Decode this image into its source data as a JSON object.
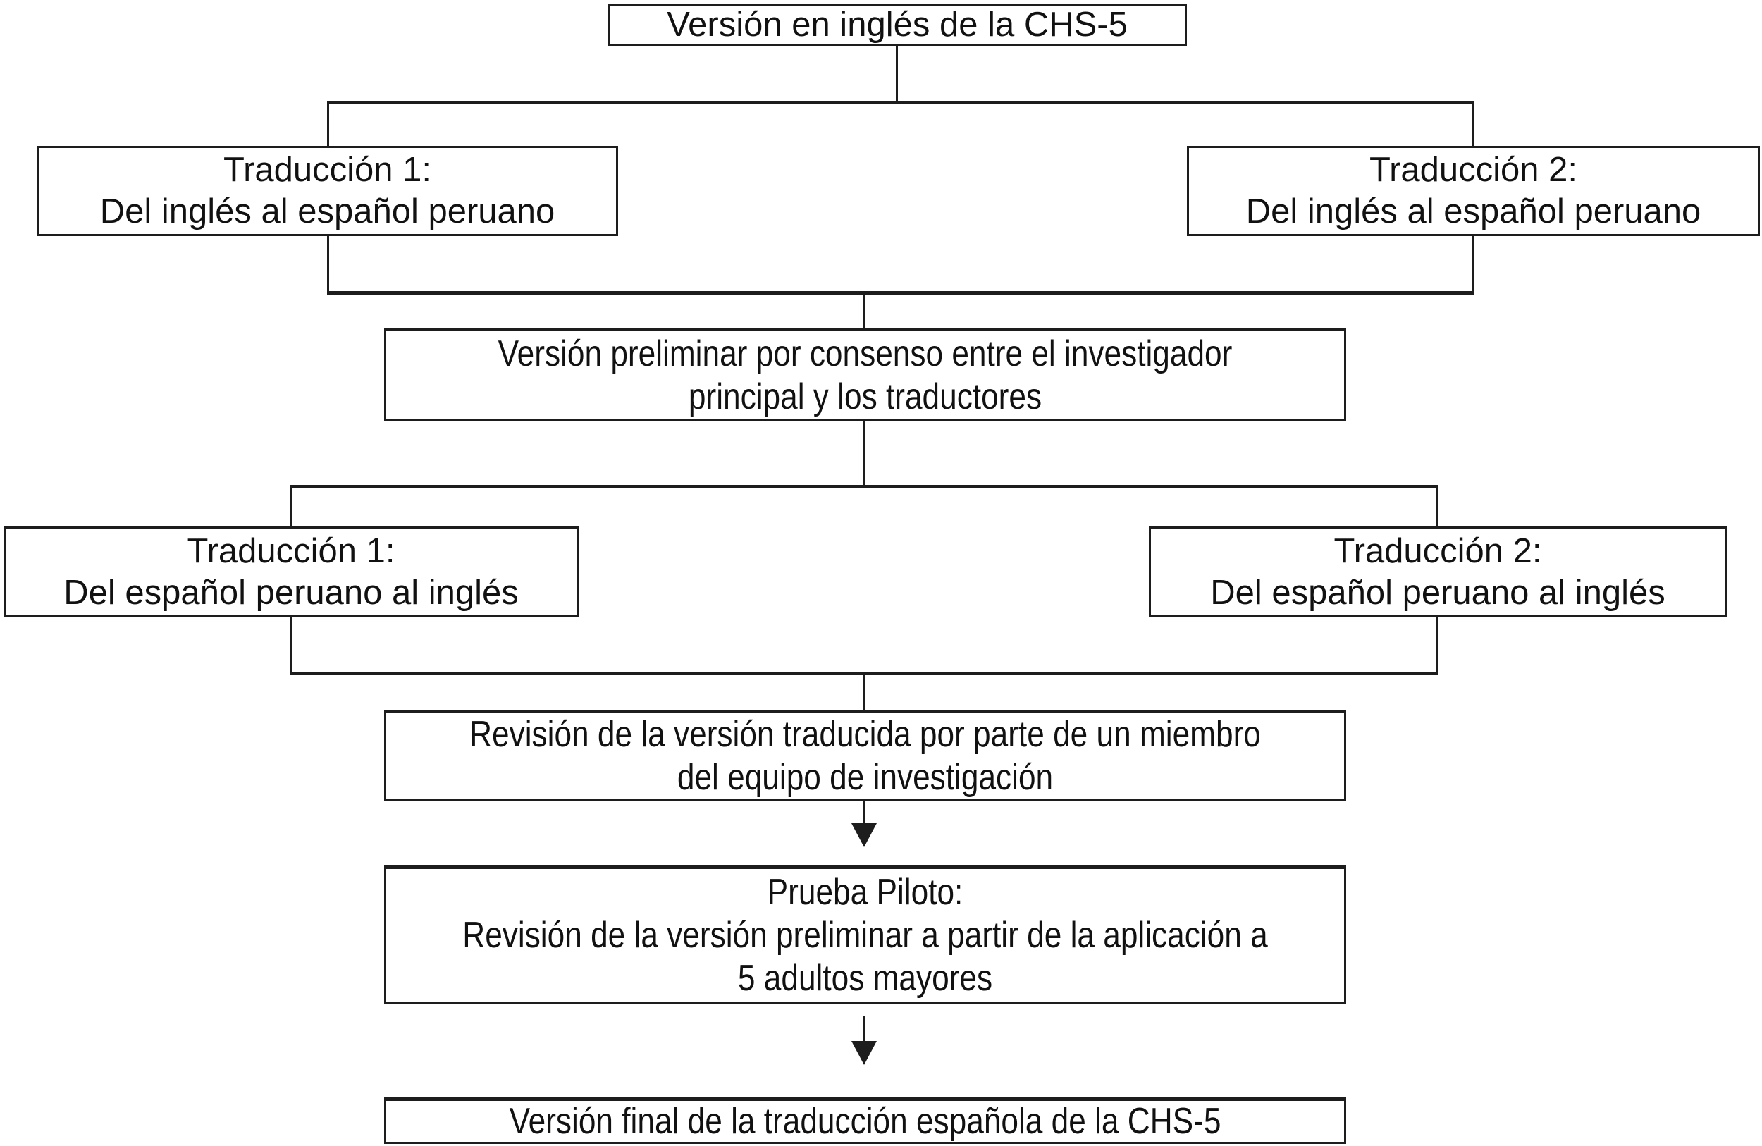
{
  "diagram": {
    "description": "Flowchart of the Spanish translation process of the CHS-5",
    "nodes": {
      "english_version": {
        "text": "Versión en inglés de la CHS-5"
      },
      "translation1_to_spanish": {
        "text": "Traducción 1:\nDel inglés al español peruano"
      },
      "translation2_to_spanish": {
        "text": "Traducción 2:\nDel inglés al español peruano"
      },
      "preliminary_consensus": {
        "text": "Versión preliminar por consenso entre el investigador\nprincipal y los traductores"
      },
      "backtranslation1_to_english": {
        "text": "Traducción 1:\nDel español peruano al inglés"
      },
      "backtranslation2_to_english": {
        "text": "Traducción 2:\nDel español peruano al inglés"
      },
      "team_review": {
        "text": "Revisión de la versión traducida por parte de un miembro\ndel equipo de investigación"
      },
      "pilot_test": {
        "text": "Prueba Piloto:\nRevisión de la versión preliminar a partir de la aplicación a\n5 adultos mayores"
      },
      "final_version": {
        "text": "Versión final de la traducción española de la CHS-5"
      }
    },
    "colors": {
      "line": "#1d1d1d",
      "text": "#111111",
      "background": "#ffffff"
    }
  }
}
